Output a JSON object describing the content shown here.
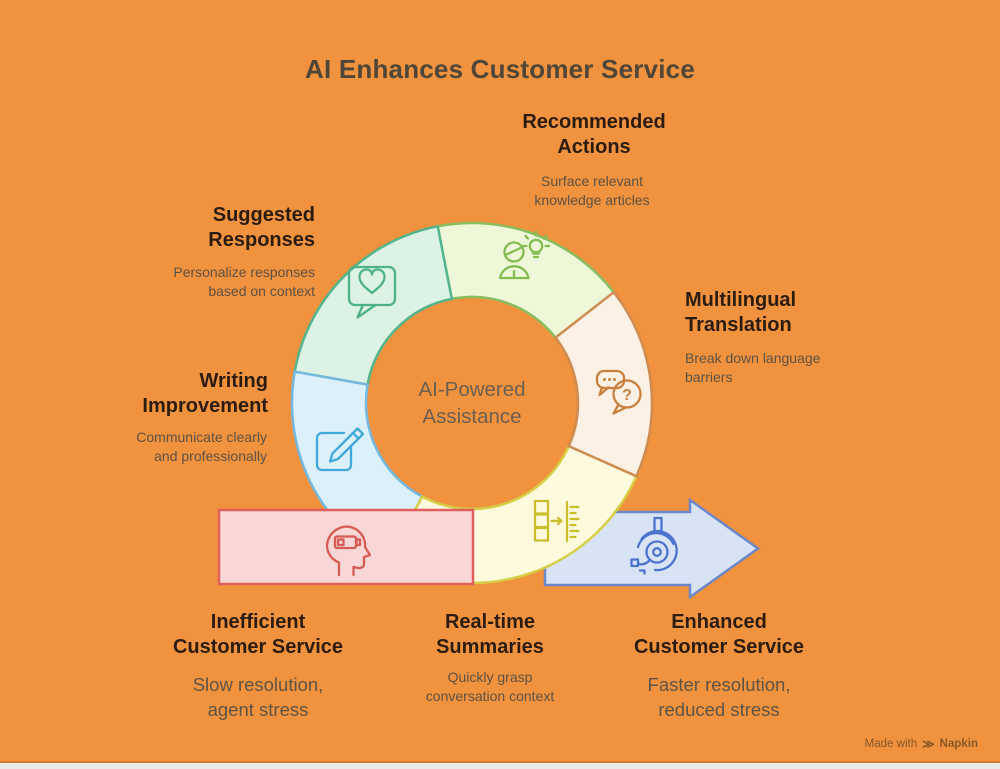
{
  "background_color": "#F0923E",
  "title": "AI Enhances Customer Service",
  "center_label": "AI-Powered\nAssistance",
  "segments": [
    {
      "id": "recommended-actions",
      "label": "Recommended\nActions",
      "description": "Surface relevant\nknowledge articles",
      "fill": "#EFF7D9",
      "stroke": "#8ABD5F",
      "icon": "person-lightbulb-icon",
      "icon_color": "#85BC52"
    },
    {
      "id": "multilingual-translation",
      "label": "Multilingual\nTranslation",
      "description": "Break down language\nbarriers",
      "fill": "#FCF1E4",
      "stroke": "#CE8B52",
      "icon": "chat-bubbles-question-icon",
      "icon_color": "#C9803F"
    },
    {
      "id": "real-time-summaries",
      "label": "Real-time\nSummaries",
      "description": "Quickly grasp\nconversation context",
      "fill": "#FDFADD",
      "stroke": "#D6CE44",
      "icon": "boxes-to-list-icon",
      "icon_color": "#C9BF2B"
    },
    {
      "id": "writing-improvement",
      "label": "Writing\nImprovement",
      "description": "Communicate clearly\nand professionally",
      "fill": "#DCF0FB",
      "stroke": "#74B8DF",
      "icon": "pencil-square-icon",
      "icon_color": "#41A8DC"
    },
    {
      "id": "suggested-responses",
      "label": "Suggested\nResponses",
      "description": "Personalize responses\nbased on context",
      "fill": "#DCF2E5",
      "stroke": "#54B48C",
      "icon": "heart-speech-bubble-icon",
      "icon_color": "#4FB285"
    }
  ],
  "flow": {
    "start": {
      "label": "Inefficient\nCustomer Service",
      "description": "Slow resolution,\nagent stress",
      "fill": "#F8D7D6",
      "stroke": "#DE5F5C",
      "icon": "head-low-battery-icon",
      "icon_color": "#D85B55"
    },
    "end": {
      "label": "Enhanced\nCustomer Service",
      "description": "Faster resolution,\nreduced stress",
      "fill": "#D8E4F6",
      "stroke": "#6E87C8",
      "icon": "headset-agent-icon",
      "icon_color": "#4C74CF"
    }
  },
  "footer": {
    "label": "Made with",
    "brand": "Napkin"
  }
}
